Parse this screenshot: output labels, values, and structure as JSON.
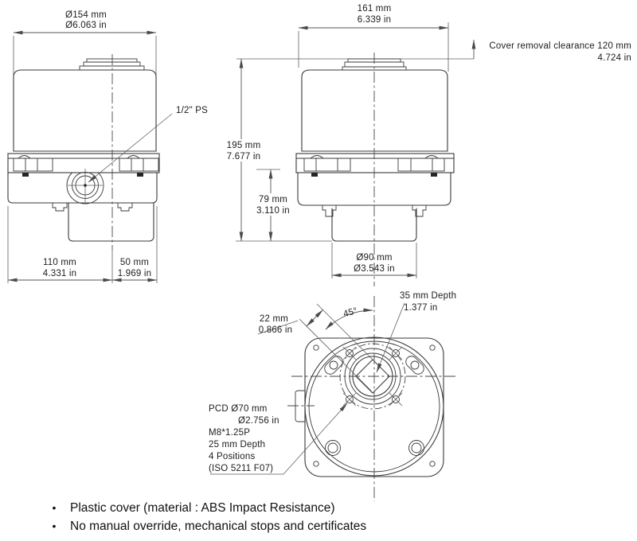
{
  "bullet": "•",
  "colors": {
    "line": "#3a3a3a",
    "dim_line": "#555555",
    "text": "#1c1c1c",
    "background": "#ffffff"
  },
  "front_view": {
    "dia_top": {
      "mm": "Ø154 mm",
      "in": "Ø6.063 in"
    },
    "port_label": "1/2\" PS",
    "width_left": {
      "mm": "110 mm",
      "in": "4.331 in"
    },
    "width_right": {
      "mm": "50 mm",
      "in": "1.969 in"
    }
  },
  "side_view": {
    "width_top": {
      "mm": "161 mm",
      "in": "6.339 in"
    },
    "clearance": {
      "line1": "Cover removal clearance 120 mm",
      "line2": "4.724 in"
    },
    "height_total": {
      "mm": "195 mm",
      "in": "7.677 in"
    },
    "height_lower": {
      "mm": "79 mm",
      "in": "3.110 in"
    },
    "dia_bottom": {
      "mm": "Ø90 mm",
      "in": "Ø3.543 in"
    }
  },
  "bottom_view": {
    "square_drive": {
      "mm": "22 mm",
      "in": "0.866 in"
    },
    "angle": "45°",
    "depth": {
      "line1": "35 mm Depth",
      "line2": "1.377 in"
    },
    "pcd_lines": [
      "PCD Ø70 mm",
      "Ø2.756 in",
      "M8*1.25P",
      "25 mm Depth",
      "4 Positions",
      "(ISO 5211 F07)"
    ]
  },
  "notes": [
    "Plastic cover (material : ABS Impact Resistance)",
    "No manual override, mechanical stops and certificates"
  ]
}
